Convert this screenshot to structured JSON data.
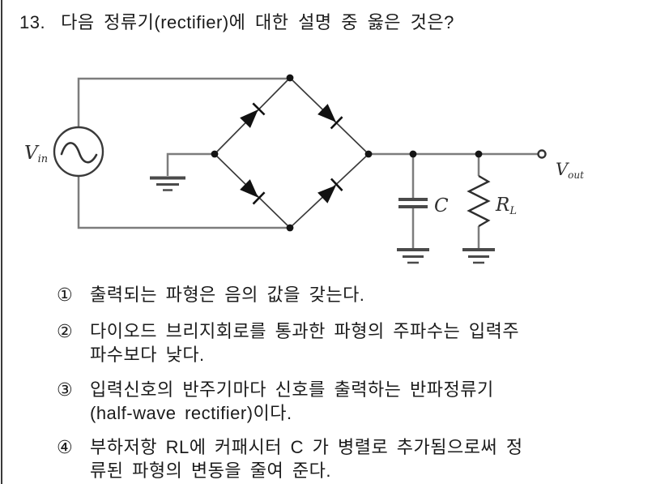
{
  "question": {
    "number": "13.",
    "text": "다음 정류기(rectifier)에 대한 설명 중 옳은 것은?"
  },
  "circuit": {
    "input_label": {
      "main": "V",
      "sub": "in"
    },
    "capacitor_label": "C",
    "load_resistor_label": {
      "main": "R",
      "sub": "L"
    },
    "output_label": {
      "main": "V",
      "sub": "out"
    }
  },
  "options": [
    {
      "marker": "①",
      "lines": [
        "출력되는 파형은 음의 값을 갖는다."
      ]
    },
    {
      "marker": "②",
      "lines": [
        "다이오드 브리지회로를 통과한 파형의 주파수는 입력주",
        "파수보다 낮다."
      ]
    },
    {
      "marker": "③",
      "lines": [
        "입력신호의 반주기마다 신호를 출력하는 반파정류기",
        "(half-wave rectifier)이다."
      ]
    },
    {
      "marker": "④",
      "lines": [
        "부하저항 RL에 커패시터 C 가 병렬로 추가됨으로써 정",
        "류된 파형의 변동을 줄여 준다."
      ]
    }
  ],
  "colors": {
    "ink": "#1b1b1b",
    "wire": "#7d7d7d",
    "component": "#2e2e2e"
  }
}
